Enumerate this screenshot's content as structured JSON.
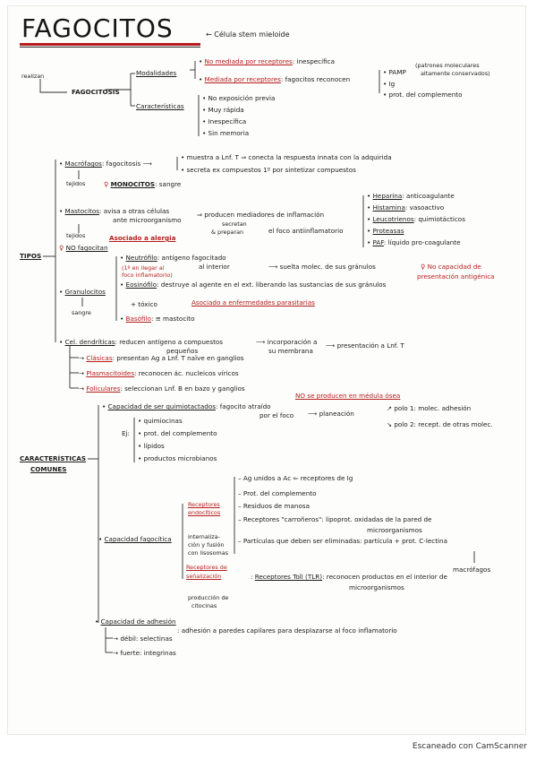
{
  "title": "FAGOCITOS",
  "subtitle": "Célula stem mieloide",
  "realizan": "realizan",
  "fagocitosis": {
    "label": "FAGOCITOSIS",
    "modalidades": "Modalidades",
    "no_mediada": "No mediada por receptores",
    "no_mediada_detail": ": inespecífica",
    "mediada": "Mediada por receptores",
    "mediada_detail": ": fagocitos reconocen",
    "pamp": "• PAMP",
    "pamp_note1": "(patrones moleculares",
    "pamp_note2": "altamente conservados)",
    "ig": "• Ig",
    "prot": "• prot. del complemento",
    "caracteristicas": "Características",
    "char_items": [
      "• No exposición previa",
      "• Muy rápida",
      "• Inespecífica",
      "• Sin memoria"
    ]
  },
  "tipos": {
    "label": "TIPOS",
    "macrofagos": "Macrófagos",
    "macrofagos_a": ": fagocitosis",
    "macrofagos_b": "• muestra a Lnf. T ⇒ conecta la respuesta innata con la adquirida",
    "macrofagos_c": "• secreta ex compuestos 1º por sintetizar compuestos",
    "tejidos": "tejidos",
    "monocitos": "MONOCITOS",
    "sangre": ": sangre",
    "mastocitos": "Mastocitos",
    "mastocitos_a": ": avisa a otras células",
    "mastocitos_b": "ante microorganismo",
    "mastocitos_c": "⇒ producen mediadores de inflamación",
    "mastocitos_d": "secretan",
    "mastocitos_e": "preparan",
    "mastocitos_f": "el foco antiinflamatorio",
    "tejidos2": "tejidos",
    "asociado_alergia": "Asociado a alergia",
    "no_fagocitan": "NO fagocitan",
    "mediators": [
      {
        "name": "Heparina",
        "desc": ": anticoagulante"
      },
      {
        "name": "Histamina",
        "desc": ": vasoactivo"
      },
      {
        "name": "Leucotrienos",
        "desc": ": quimiotácticos"
      },
      {
        "name": "Proteasas",
        "desc": ""
      },
      {
        "name": "PAF",
        "desc": ": líquido pro-coagulante"
      }
    ],
    "granulocitos": "Granulocitos",
    "sangre2": "sangre",
    "neutrofilo": "Neutrófilo",
    "neutrofilo_a": ": antígeno fagocitado",
    "neutrofilo_b": "al interior",
    "neutrofilo_c": "(1º en llegar al",
    "neutrofilo_d": "foco inflamatorio)",
    "neutrofilo_e": "suelta molec. de sus gránulos",
    "no_presentacion1": "No capacidad de",
    "no_presentacion2": "presentación antigénica",
    "eosinofilo": "Eosinófilo",
    "eosinofilo_a": ": destruye al agente en el ext. liberando las sustancias de sus gránulos",
    "toxico": "+ tóxico",
    "asociado_parasitarias": "Asociado a enfermedades parasitarias",
    "basofilo": "Basófilo",
    "basofilo_a": ": ≡ mastocito",
    "dendriticas": "Cel. dendríticas",
    "dendriticas_a": ": reducen antígeno a compuestos",
    "dendriticas_b": "pequeños",
    "dendriticas_c": "incorporación a",
    "dendriticas_d": "su membrana",
    "dendriticas_e": "presentación a Lnf. T",
    "clasicas": "Clásicas",
    "clasicas_a": ": presentan Ag a Lnf. T naïve en ganglios",
    "plasmacitoides": "Plasmacitoides",
    "plasmacitoides_a": ": reconocen ác. nucleicos víricos",
    "foliculares": "Foliculares",
    "foliculares_a": ": seleccionan Lnf. B en bazo y ganglios",
    "no_medula": "NO se producen en médula ósea"
  },
  "comunes": {
    "label1": "CARACTERÍSTICAS",
    "label2": "COMUNES",
    "quimiotaxis": "Capacidad de ser quimiotactados",
    "quimiotaxis_a": ": fagocito atraído",
    "quimiotaxis_b": "por el foco",
    "planeacion": "planeación",
    "polo1": "polo 1: molec. adhesión",
    "polo2": "polo 2: recept. de otras molec.",
    "ej": "Ej:",
    "ej_items": [
      "• quimiocinas",
      "• prot. del complemento",
      "• lípidos",
      "• productos microbianos"
    ],
    "fagocitica": "Capacidad fagocítica",
    "rec_endociticos1": "Receptores",
    "rec_endociticos2": "endocíticos",
    "internalizacion1": "internaliza-",
    "internalizacion2": "ción y fusión",
    "internalizacion3": "con lisosomas",
    "endo_items": [
      "– Ag unidos a Ac ⇐ receptores de Ig",
      "– Prot. del complemento",
      "– Residuos de manosa",
      "– Receptores \"carroñeros\": lipoprot. oxidadas de la pared de",
      "microorganismos",
      "– Partículas que deben ser eliminadas: partícula + prot. C-lectina"
    ],
    "macrofagos": "macrófagos",
    "rec_senal1": "Receptores de",
    "rec_senal2": "señalización",
    "toll": "Receptores Toll (TLR)",
    "toll_a": ": reconocen productos en el interior de",
    "toll_b": "microorganismos",
    "citocinas1": "producción de",
    "citocinas2": "citocinas",
    "adhesion": "Capacidad de adhesión",
    "adhesion_a": ": adhesión a paredes capilares para desplazarse al foco inflamatorio",
    "debil": "débil: selectinas",
    "fuerte": "fuerte: integrinas"
  },
  "footer": "Escaneado con CamScanner"
}
